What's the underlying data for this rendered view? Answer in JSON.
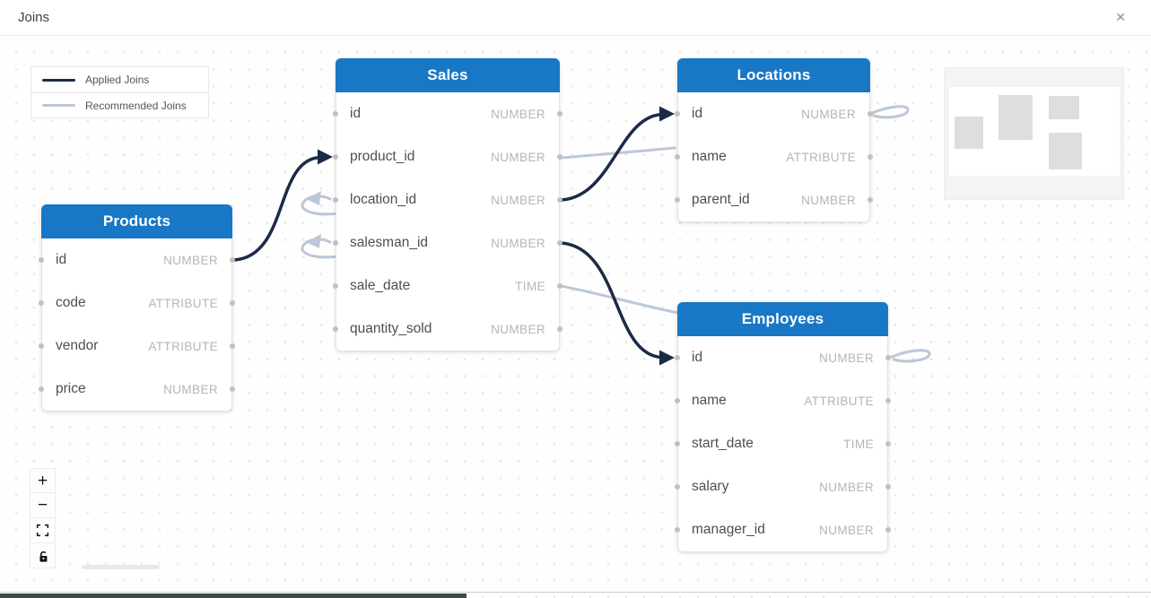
{
  "window": {
    "title": "Joins",
    "close_glyph": "✕"
  },
  "legend": {
    "applied_label": "Applied Joins",
    "recommended_label": "Recommended Joins"
  },
  "tables": {
    "products": {
      "title": "Products",
      "fields": [
        {
          "name": "id",
          "type": "NUMBER"
        },
        {
          "name": "code",
          "type": "ATTRIBUTE"
        },
        {
          "name": "vendor",
          "type": "ATTRIBUTE"
        },
        {
          "name": "price",
          "type": "NUMBER"
        }
      ]
    },
    "sales": {
      "title": "Sales",
      "fields": [
        {
          "name": "id",
          "type": "NUMBER"
        },
        {
          "name": "product_id",
          "type": "NUMBER"
        },
        {
          "name": "location_id",
          "type": "NUMBER"
        },
        {
          "name": "salesman_id",
          "type": "NUMBER"
        },
        {
          "name": "sale_date",
          "type": "TIME"
        },
        {
          "name": "quantity_sold",
          "type": "NUMBER"
        }
      ]
    },
    "locations": {
      "title": "Locations",
      "fields": [
        {
          "name": "id",
          "type": "NUMBER"
        },
        {
          "name": "name",
          "type": "ATTRIBUTE"
        },
        {
          "name": "parent_id",
          "type": "NUMBER"
        }
      ]
    },
    "employees": {
      "title": "Employees",
      "fields": [
        {
          "name": "id",
          "type": "NUMBER"
        },
        {
          "name": "name",
          "type": "ATTRIBUTE"
        },
        {
          "name": "start_date",
          "type": "TIME"
        },
        {
          "name": "salary",
          "type": "NUMBER"
        },
        {
          "name": "manager_id",
          "type": "NUMBER"
        }
      ]
    }
  },
  "joins": {
    "applied": [
      {
        "from": "Products.id",
        "to": "Sales.product_id"
      },
      {
        "from": "Sales.location_id",
        "to": "Locations.id"
      },
      {
        "from": "Sales.salesman_id",
        "to": "Employees.id"
      }
    ],
    "recommended": [
      {
        "from": "Sales.product_id",
        "to": "Locations"
      },
      {
        "from": "Sales.sale_date",
        "to": "Employees"
      },
      {
        "at": "Sales.location_id",
        "shape": "loop-arrow"
      },
      {
        "at": "Sales.salesman_id",
        "shape": "loop-arrow"
      },
      {
        "at": "Locations.id",
        "shape": "loop-out"
      },
      {
        "at": "Employees.id",
        "shape": "loop-out"
      }
    ]
  },
  "zoom_controls": {
    "zoom_in_glyph": "+",
    "zoom_out_glyph": "−"
  },
  "colors": {
    "table_header_blue": "#1878C6",
    "applied_join": "#1b2a47",
    "recommended_join": "#bcc7d8",
    "field_type_gray": "#b2b6ba"
  }
}
